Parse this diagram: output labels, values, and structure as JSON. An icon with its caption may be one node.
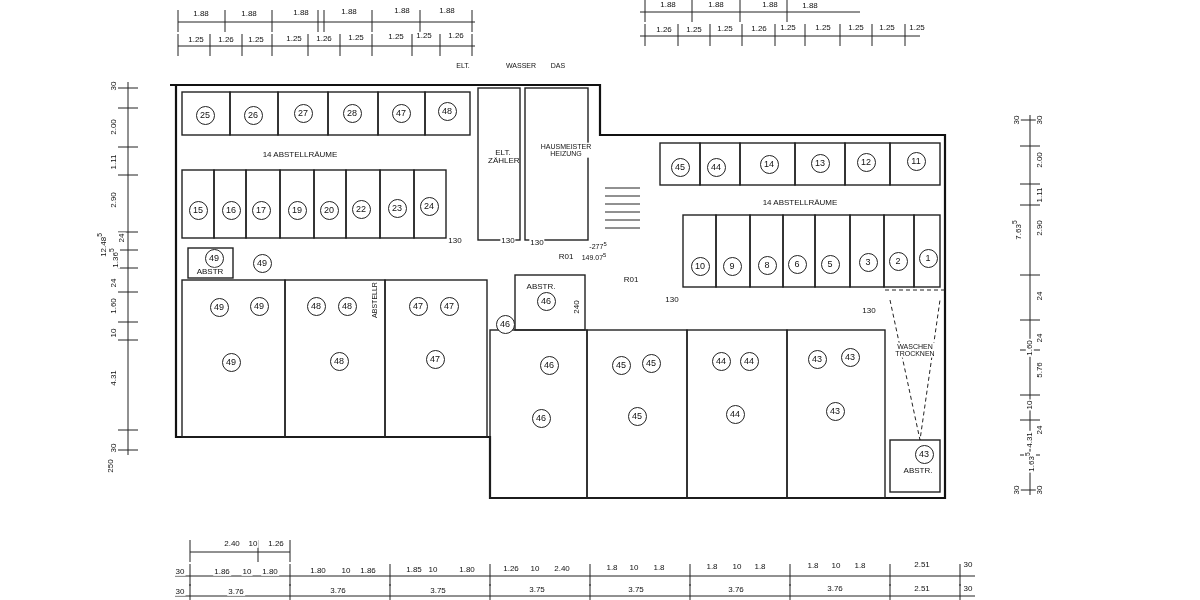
{
  "diagram": {
    "nodes": [
      {
        "text": [
          "25"
        ]
      },
      {
        "text": [
          "26"
        ]
      },
      {
        "text": [
          "27"
        ]
      },
      {
        "text": [
          "28"
        ]
      },
      {
        "text": [
          "47"
        ]
      },
      {
        "text": [
          "48"
        ]
      },
      {
        "text": [
          "15"
        ]
      },
      {
        "text": [
          "16"
        ]
      },
      {
        "text": [
          "17"
        ]
      },
      {
        "text": [
          "19"
        ]
      },
      {
        "text": [
          "20"
        ]
      },
      {
        "text": [
          "22"
        ]
      },
      {
        "text": [
          "23"
        ]
      },
      {
        "text": [
          "24"
        ]
      },
      {
        "text": [
          "45"
        ]
      },
      {
        "text": [
          "44"
        ]
      },
      {
        "text": [
          "14"
        ]
      },
      {
        "text": [
          "13"
        ]
      },
      {
        "text": [
          "12"
        ]
      },
      {
        "text": [
          "11"
        ]
      },
      {
        "text": [
          "10"
        ]
      },
      {
        "text": [
          "9"
        ]
      },
      {
        "text": [
          "8"
        ]
      },
      {
        "text": [
          "6"
        ]
      },
      {
        "text": [
          "5"
        ]
      },
      {
        "text": [
          "3"
        ]
      },
      {
        "text": [
          "2"
        ]
      },
      {
        "text": [
          "1"
        ]
      },
      {
        "text": [
          "49"
        ]
      },
      {
        "text": [
          "49"
        ]
      },
      {
        "text": [
          "49"
        ]
      },
      {
        "text": [
          "49"
        ]
      },
      {
        "text": [
          "48"
        ]
      },
      {
        "text": [
          "48"
        ]
      },
      {
        "text": [
          "47"
        ]
      },
      {
        "text": [
          "47"
        ]
      },
      {
        "text": [
          "46"
        ]
      },
      {
        "text": [
          "46"
        ]
      },
      {
        "text": [
          "46"
        ]
      },
      {
        "text": [
          "45"
        ]
      },
      {
        "text": [
          "45"
        ]
      },
      {
        "text": [
          "44"
        ]
      },
      {
        "text": [
          "44"
        ]
      },
      {
        "text": [
          "43"
        ]
      },
      {
        "text": [
          "43"
        ]
      },
      {
        "text": [
          "49"
        ]
      },
      {
        "text": [
          "48"
        ]
      },
      {
        "text": [
          "47"
        ]
      },
      {
        "text": [
          "46"
        ]
      },
      {
        "text": [
          "45"
        ]
      },
      {
        "text": [
          "44"
        ]
      },
      {
        "text": [
          "43"
        ]
      },
      {
        "text": [
          "43"
        ]
      }
    ],
    "labels": [
      "1.88",
      "1.88",
      "1.88",
      "1.88",
      "1.88",
      "1.88",
      "1.25",
      "1.26",
      "1.25",
      "1.25",
      "1.26",
      "1.25",
      "1.25",
      "1.25",
      "1.26",
      "1.88",
      "1.88",
      "1.88",
      "1.88",
      "1.26",
      "1.25",
      "1.25",
      "1.26",
      "1.25",
      "1.25",
      "1.25",
      "1.25",
      "1.25",
      "ELT.",
      "WASSER",
      "DAS",
      "14 ABSTELLRÄUME",
      "ELT. ZÄHLER",
      "HAUSMEISTER HEIZUNG",
      "14 ABSTELLRÄUME",
      "130",
      "130",
      "130",
      "R01",
      "-277$^{5}$",
      "149.07$^{5}$",
      "R01",
      "ABSTR",
      "ABSTR.",
      "130",
      "ABSTELLR",
      "240",
      "130",
      "WASCHEN TROCKNEN",
      "ABSTR.",
      "30",
      "2.00",
      "1.11",
      "2.90",
      "12.48$^{5}$",
      "24",
      "1.36$^{5}$",
      "24",
      "1.60",
      "10",
      "4.31",
      "30",
      "250",
      "30",
      "30",
      "2.00",
      "1.11",
      "7.63$^{5}$",
      "2.90",
      "24",
      "1.60",
      "24",
      "5.76",
      "10",
      "4.31",
      "24",
      "1.63$^{5}$",
      "30",
      "30",
      "2.40",
      "10",
      "1.26",
      "30",
      "1.86",
      "10",
      "1.80",
      "1.80",
      "10",
      "1.86",
      "1.85",
      "10",
      "1.80",
      "1.26",
      "10",
      "2.40",
      "1.8",
      "10",
      "1.8",
      "1.8",
      "10",
      "1.8",
      "1.8",
      "10",
      "1.8",
      "2.51",
      "30",
      "30",
      "3.76",
      "3.76",
      "3.75",
      "3.75",
      "3.75",
      "3.76",
      "3.76",
      "2.51",
      "30"
    ]
  }
}
